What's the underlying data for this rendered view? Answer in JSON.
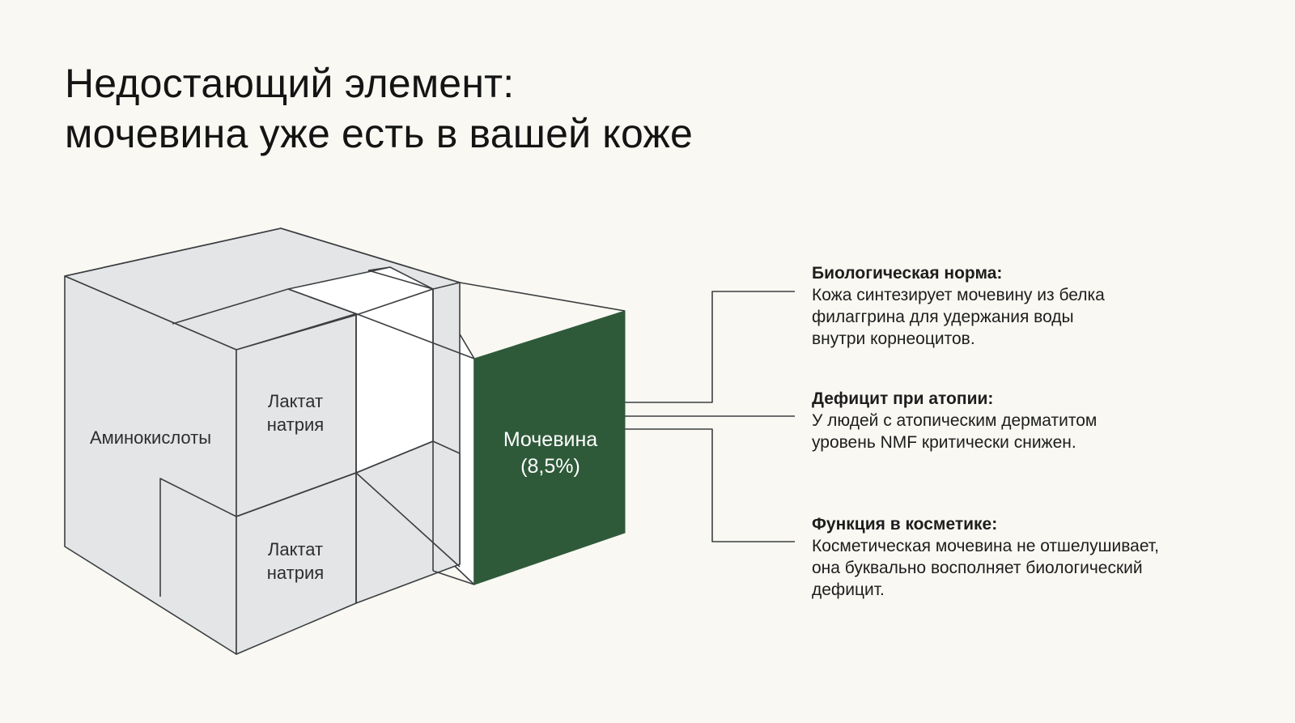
{
  "title": {
    "line1": "Недостающий элемент:",
    "line2": "мочевина уже есть в вашей коже"
  },
  "diagram": {
    "labels": {
      "amino": "Аминокислоты",
      "lactate_top_1": "Лактат",
      "lactate_top_2": "натрия",
      "lactate_bottom_1": "Лактат",
      "lactate_bottom_2": "натрия",
      "urea_1": "Мочевина",
      "urea_2": "(8,5%)"
    },
    "colors": {
      "face_light": "#e4e5e6",
      "face_white": "#ffffff",
      "urea_green": "#2f5a3a",
      "line": "#3c3f42",
      "background": "#f9f8f2"
    }
  },
  "notes": [
    {
      "title": "Биологическая норма:",
      "body": "Кожа синтезирует мочевину из белка\nфилаггрина для удержания воды\nвнутри корнеоцитов."
    },
    {
      "title": "Дефицит при атопии:",
      "body": "У людей с атопическим дерматитом\nуровень NMF критически снижен."
    },
    {
      "title": "Функция в косметике:",
      "body": "Косметическая мочевина не отшелушивает,\nона буквально восполняет биологический\nдефицит."
    }
  ]
}
